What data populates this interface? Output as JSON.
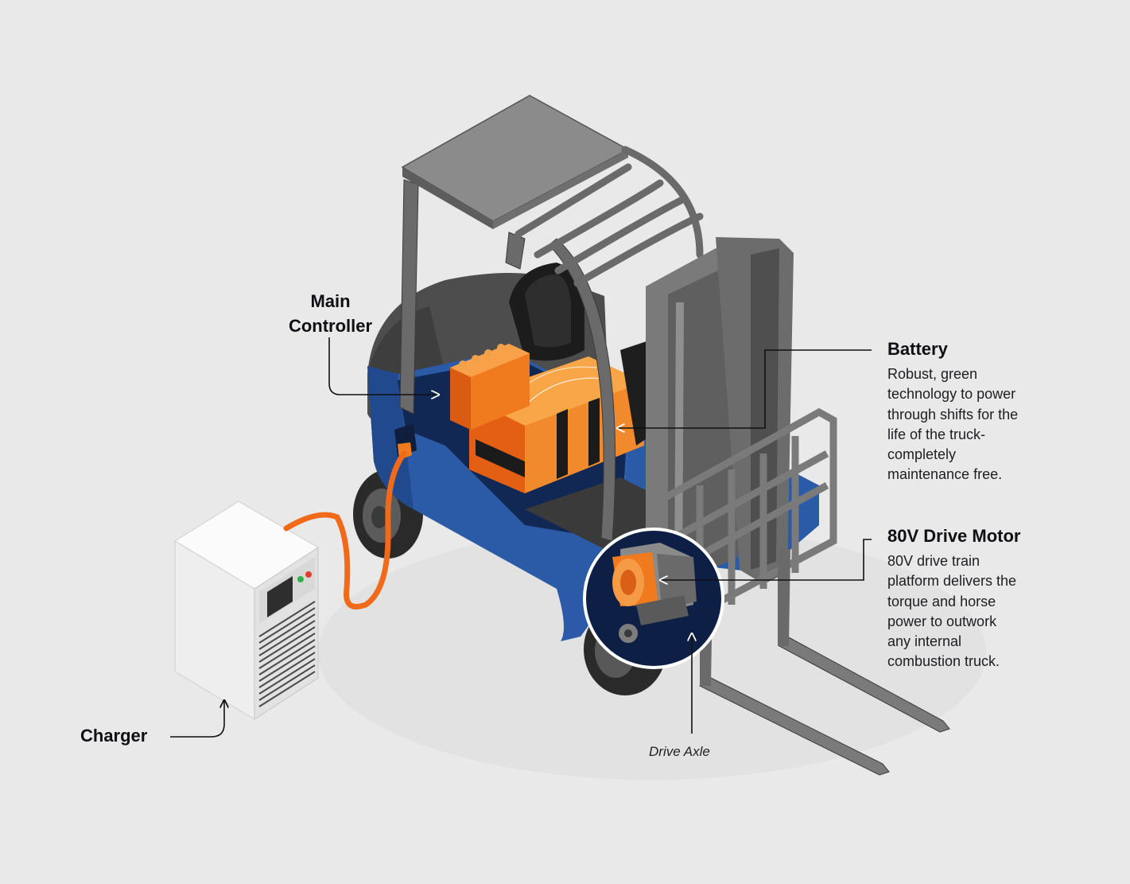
{
  "labels": {
    "main_controller": {
      "line1": "Main",
      "line2": "Controller"
    },
    "battery": {
      "title": "Battery",
      "description": [
        "Robust, green",
        "technology to power",
        "through shifts for the",
        "life of the truck-",
        "completely",
        "maintenance free."
      ]
    },
    "drive_motor": {
      "title": "80V Drive Motor",
      "description": [
        "80V drive train",
        "platform delivers the",
        "torque and horse",
        "power to outwork",
        "any internal",
        "combustion truck."
      ]
    },
    "charger": "Charger",
    "drive_axle": "Drive Axle"
  },
  "colors": {
    "background": "#e9e9e9",
    "truck_body_blue": "#2b5aa6",
    "component_orange": "#f07a1e",
    "frame_gray": "#6e6e6e",
    "navy_inset": "#0d1f45",
    "charger_white": "#f5f5f5"
  }
}
